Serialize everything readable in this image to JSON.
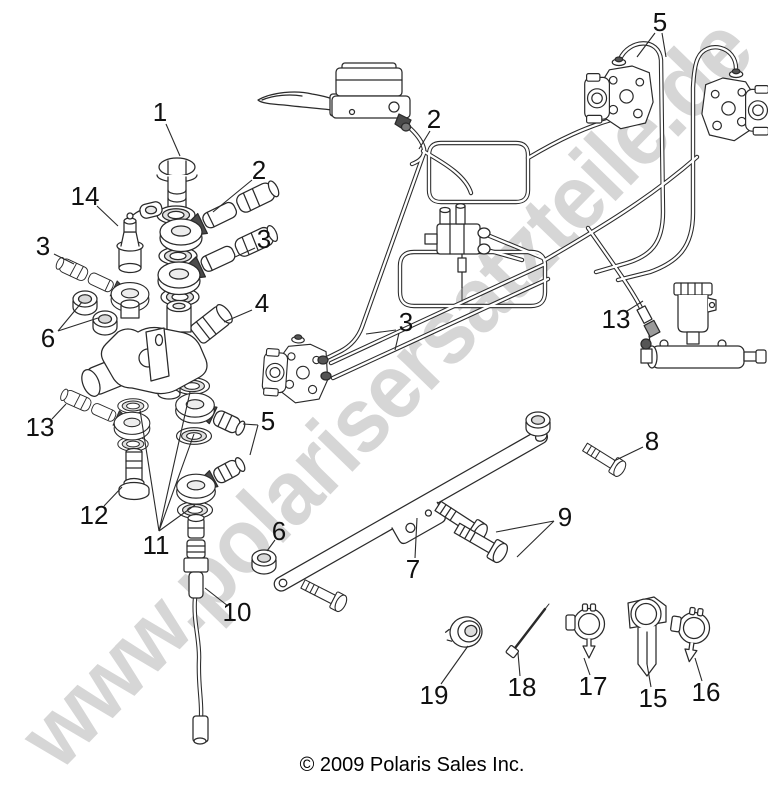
{
  "watermark": {
    "text": "www.polarisersatzteile.de"
  },
  "footer": {
    "copyright": "© 2009 Polaris Sales Inc."
  },
  "callouts": [
    {
      "label": "1"
    },
    {
      "label": "2"
    },
    {
      "label": "14"
    },
    {
      "label": "3"
    },
    {
      "label": "3"
    },
    {
      "label": "4"
    },
    {
      "label": "6"
    },
    {
      "label": "13"
    },
    {
      "label": "5"
    },
    {
      "label": "12"
    },
    {
      "label": "11"
    },
    {
      "label": "6"
    },
    {
      "label": "10"
    },
    {
      "label": "2"
    },
    {
      "label": "3"
    },
    {
      "label": "5"
    },
    {
      "label": "13"
    },
    {
      "label": "7"
    },
    {
      "label": "8"
    },
    {
      "label": "9"
    },
    {
      "label": "19"
    },
    {
      "label": "18"
    },
    {
      "label": "17"
    },
    {
      "label": "15"
    },
    {
      "label": "16"
    }
  ]
}
